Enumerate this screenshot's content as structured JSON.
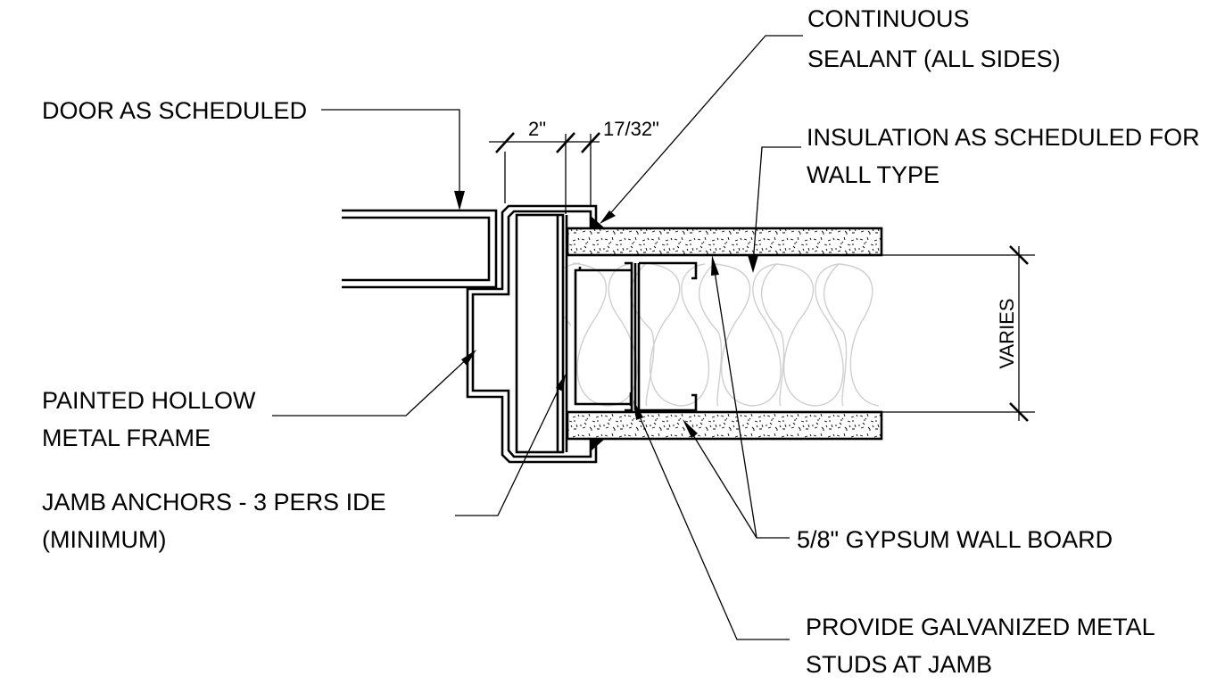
{
  "labels": {
    "door": "DOOR AS SCHEDULED",
    "sealant_1": "CONTINUOUS",
    "sealant_2": "SEALANT (ALL SIDES)",
    "insulation_1": "INSULATION AS SCHEDULED FOR",
    "insulation_2": "WALL TYPE",
    "frame_1": "PAINTED HOLLOW",
    "frame_2": "METAL FRAME",
    "anchors_1": "JAMB ANCHORS - 3 PERS IDE",
    "anchors_2": "(MINIMUM)",
    "gypsum": "5/8\" GYPSUM WALL BOARD",
    "studs_1": "PROVIDE GALVANIZED METAL",
    "studs_2": "STUDS AT JAMB"
  },
  "dimensions": {
    "frame_depth": "2\"",
    "sealant_gap": "17/32\"",
    "wall": "VARIES"
  }
}
